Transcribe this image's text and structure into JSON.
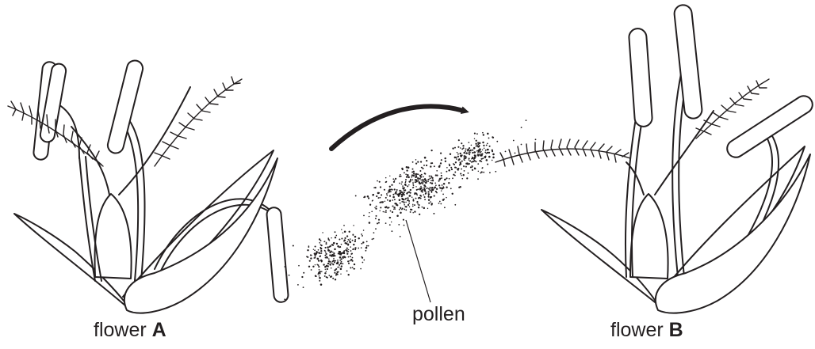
{
  "labels": {
    "flower_a_word": "flower",
    "flower_a_letter": "A",
    "flower_b_word": "flower",
    "flower_b_letter": "B",
    "pollen": "pollen"
  },
  "colors": {
    "ink": "#231f20",
    "paper": "#ffffff"
  }
}
